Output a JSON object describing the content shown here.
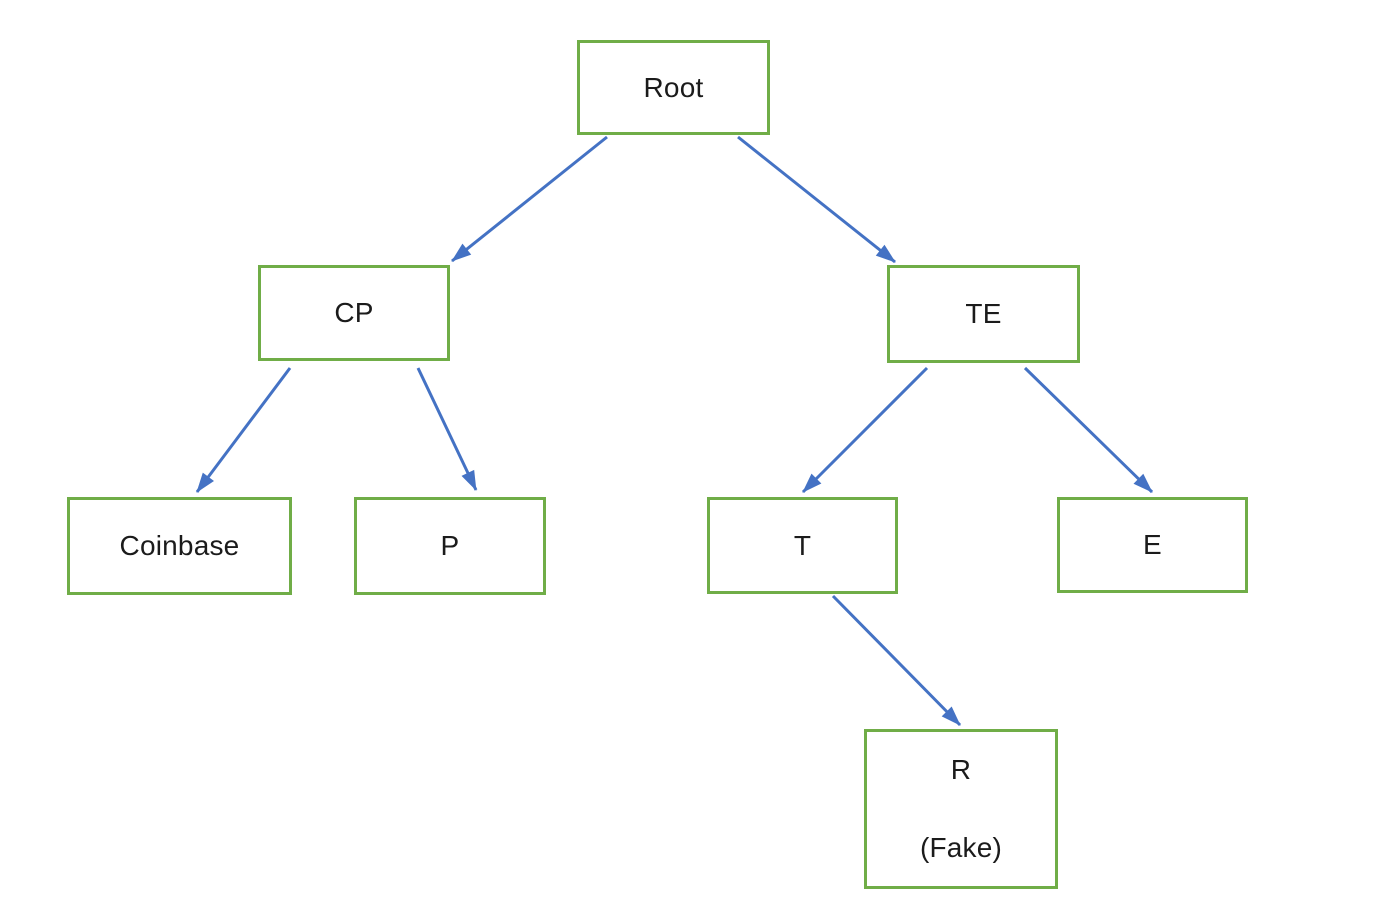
{
  "diagram": {
    "type": "tree",
    "accent_colors": {
      "node_border": "#70AD47",
      "node_fill": "#ffffff",
      "edge": "#4472C4",
      "text": "#1b1b1b"
    },
    "nodes": {
      "root": {
        "label": "Root"
      },
      "cp": {
        "label": "CP"
      },
      "te": {
        "label": "TE"
      },
      "coinbase": {
        "label": "Coinbase"
      },
      "p": {
        "label": "P"
      },
      "t": {
        "label": "T"
      },
      "e": {
        "label": "E"
      },
      "r": {
        "label": "R",
        "sublabel": "(Fake)"
      }
    },
    "edges": [
      {
        "from": "Root",
        "to": "CP"
      },
      {
        "from": "Root",
        "to": "TE"
      },
      {
        "from": "CP",
        "to": "Coinbase"
      },
      {
        "from": "CP",
        "to": "P"
      },
      {
        "from": "TE",
        "to": "T"
      },
      {
        "from": "TE",
        "to": "E"
      },
      {
        "from": "T",
        "to": "R (Fake)"
      }
    ]
  }
}
